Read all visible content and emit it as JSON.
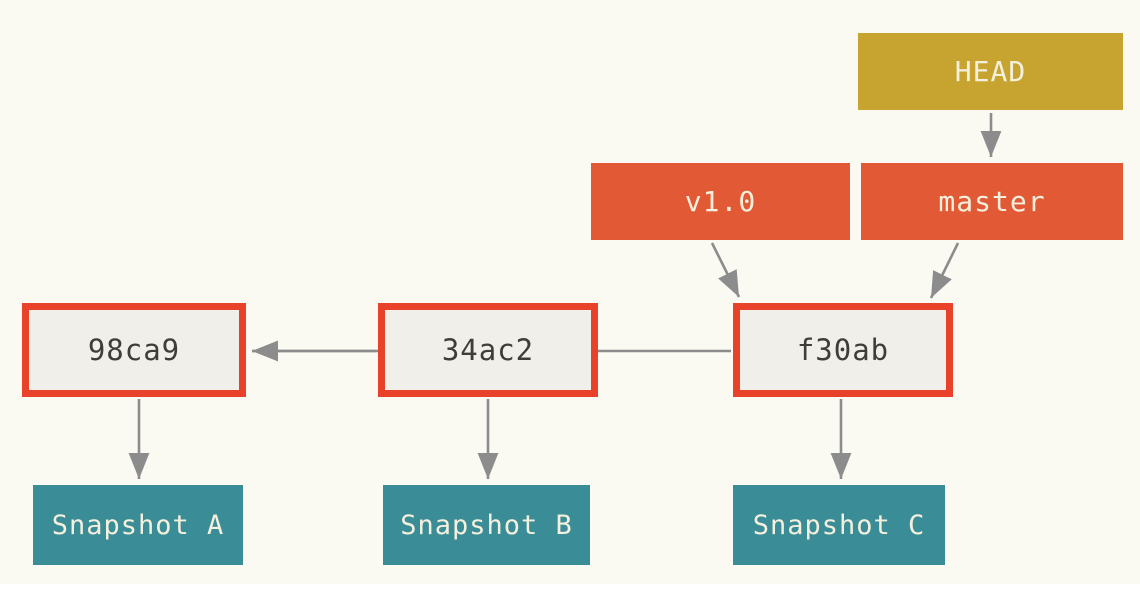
{
  "diagram": {
    "background": "#fafaf2",
    "colors": {
      "background": "#fafaf2",
      "head_bg": "#c6a42f",
      "ref_bg": "#e25936",
      "commit_bg": "#f0efea",
      "commit_border": "#e8422b",
      "commit_text": "#3e3d3a",
      "snapshot_bg": "#3a8c97",
      "label_text": "#f4f0dd",
      "arrow": "#8c8c8c"
    },
    "head": {
      "label": "HEAD"
    },
    "tag": {
      "label": "v1.0"
    },
    "branch": {
      "label": "master"
    },
    "commits": [
      {
        "id": "98ca9"
      },
      {
        "id": "34ac2"
      },
      {
        "id": "f30ab"
      }
    ],
    "snapshots": [
      {
        "label": "Snapshot A"
      },
      {
        "label": "Snapshot B"
      },
      {
        "label": "Snapshot C"
      }
    ]
  }
}
